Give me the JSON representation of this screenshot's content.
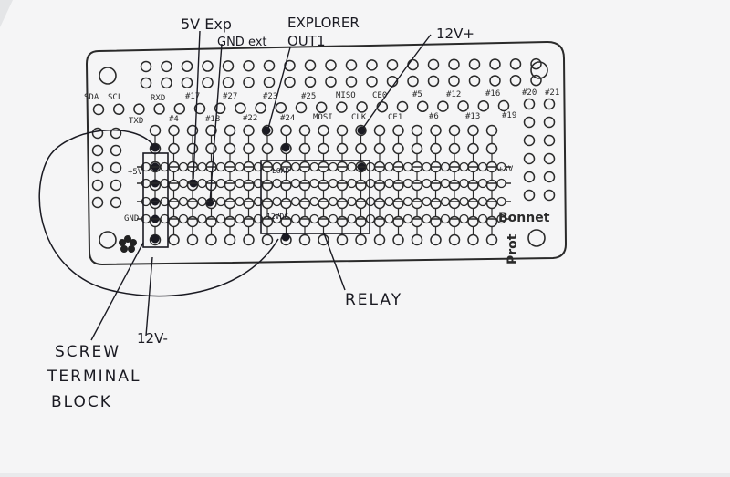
{
  "board": {
    "pins_top": [
      "SDA",
      "SCL",
      "RXD",
      "#17",
      "#27",
      "#23",
      "#25",
      "MISO",
      "CE0",
      "#5",
      "#12",
      "#16",
      "#20",
      "#21"
    ],
    "pins_bottom": [
      "TXD",
      "#4",
      "#18",
      "#22",
      "#24",
      "MOSI",
      "CLK",
      "CE1",
      "#6",
      "#13",
      "#19"
    ],
    "rail_plus5": "+5V",
    "rail_plus3": "+3V",
    "rail_gnd": "GND",
    "name_line1": "Bonnet",
    "name_line2": "Prot",
    "relay_text1": "LOAD",
    "relay_text2": "12VDC"
  },
  "annotations": {
    "v5_exp": "5V Exp",
    "gnd_ext": "GND ext",
    "explorer_line1": "EXPLORER",
    "explorer_line2": "OUT1",
    "v12_plus": "12V+",
    "relay": "RELAY",
    "v12_minus": "12V-",
    "screw_line1": "SCREW",
    "screw_line2": "TERMINAL",
    "screw_line3": "BLOCK"
  },
  "colors": {
    "paper": "#f5f5f6",
    "ink": "#1a1a22",
    "print": "#2a2a2a"
  }
}
